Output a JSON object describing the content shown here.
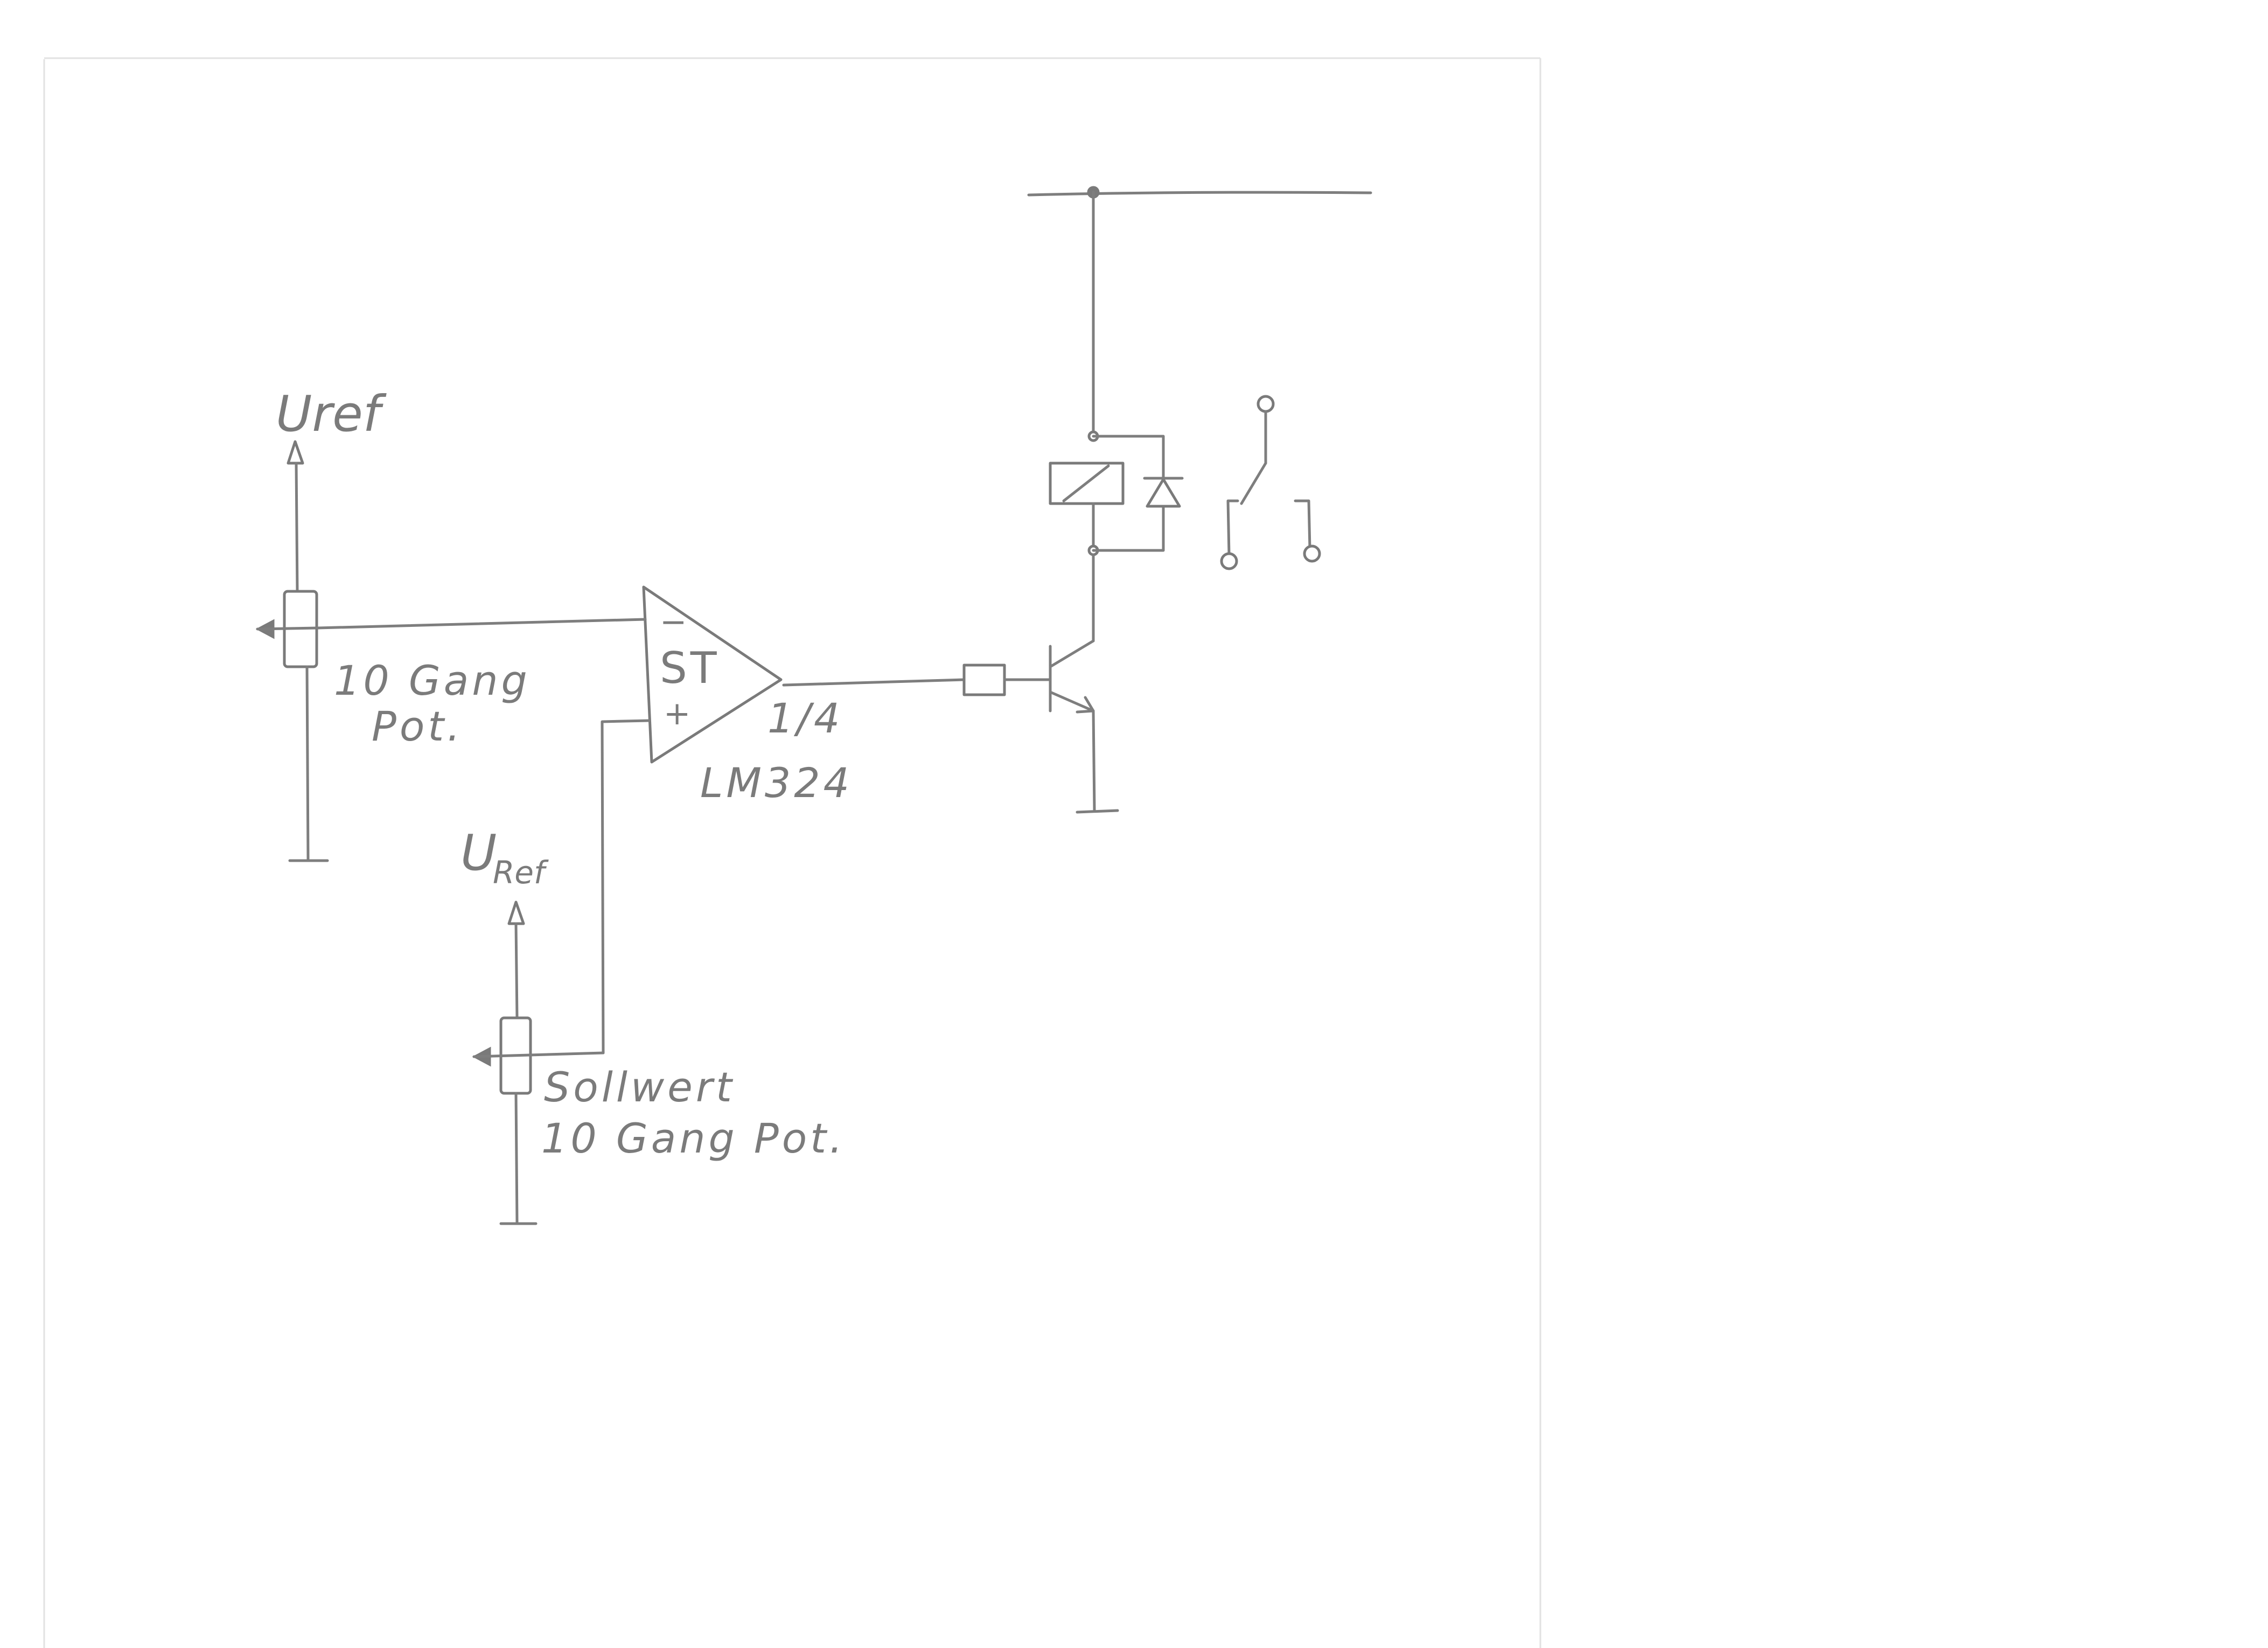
{
  "title": "",
  "labels": {
    "uref_top": "Uref",
    "pot1_line1": "10 Gang",
    "pot1_line2": "Pot.",
    "uref_bottom_main": "U",
    "uref_bottom_sub": "Ref",
    "pot2_line1": "Sollwert",
    "pot2_line2": "10 Gang Pot.",
    "opamp_name": "ST",
    "opamp_minus": "−",
    "opamp_plus": "+",
    "opamp_fraction": "1/4",
    "opamp_part": "LM324"
  },
  "components": [
    "uref-arrow-top",
    "pot-10-gang",
    "opamp-lm324",
    "uref-arrow-bottom",
    "pot-sollwert",
    "base-resistor",
    "npn-transistor",
    "relay-coil",
    "freewheel-diode",
    "relay-contact",
    "supply-rail",
    "ground-symbols"
  ],
  "colors": {
    "paper": "#ffffff",
    "pencil": "#7a7a7a"
  }
}
